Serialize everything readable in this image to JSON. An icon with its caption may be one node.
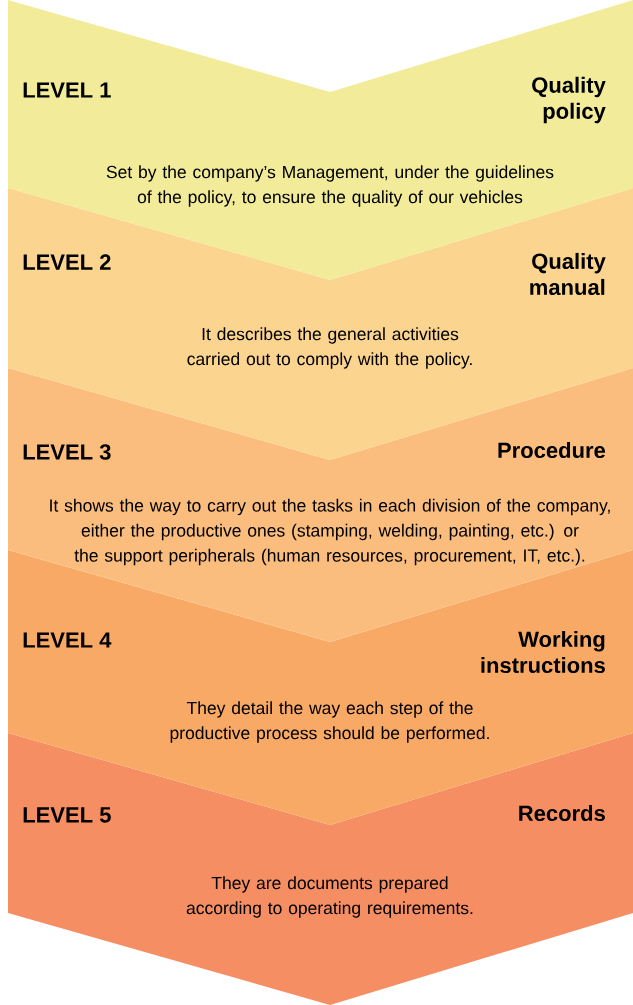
{
  "diagram": {
    "nodes": [
      {
        "text": [
          "LEVEL 1",
          "Quality policy",
          "Set by the company’s Management, under the guidelines of the policy, to ensure the quality of our vehicles"
        ]
      },
      {
        "text": [
          "LEVEL 2",
          "Quality manual",
          "It describes the general activities carried out to comply with the policy."
        ]
      },
      {
        "text": [
          "LEVEL 3",
          "Procedure",
          "It shows the way to carry out the tasks in each division of the company, either the productive ones (stamping, welding, painting, etc.) or the support peripherals (human resources, procurement, IT, etc.)."
        ]
      },
      {
        "text": [
          "LEVEL 4",
          "Working instructions",
          "They detail the way each step of the productive process should be performed."
        ]
      },
      {
        "text": [
          "LEVEL 5",
          "Records",
          "They are documents prepared according to operating requirements."
        ]
      }
    ]
  }
}
